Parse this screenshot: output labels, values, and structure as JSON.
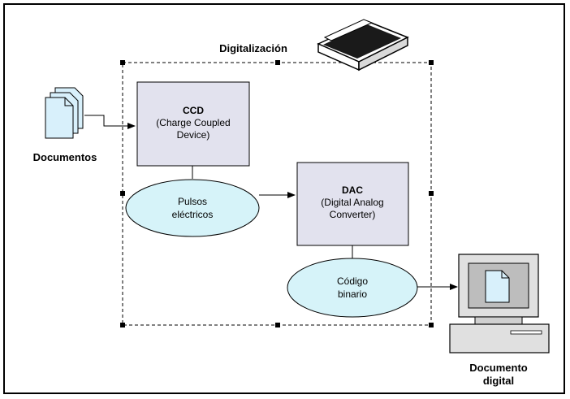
{
  "title": "Digitalización",
  "nodes": {
    "ccd": {
      "line1": "CCD",
      "line2": "(Charge Coupled",
      "line3": "Device)"
    },
    "dac": {
      "line1": "DAC",
      "line2": "(Digital Analog",
      "line3": "Converter)"
    },
    "pulsos": {
      "line1": "Pulsos",
      "line2": "eléctricos"
    },
    "codigo": {
      "line1": "Código",
      "line2": "binario"
    },
    "documentos": "Documentos",
    "documento_digital": {
      "line1": "Documento",
      "line2": "digital"
    }
  },
  "colors": {
    "box_fill": "#e2e2ee",
    "ellipse_fill": "#d6f3f9",
    "doc_fill": "#d8f0fb",
    "computer_fill": "#e0e0e0"
  }
}
